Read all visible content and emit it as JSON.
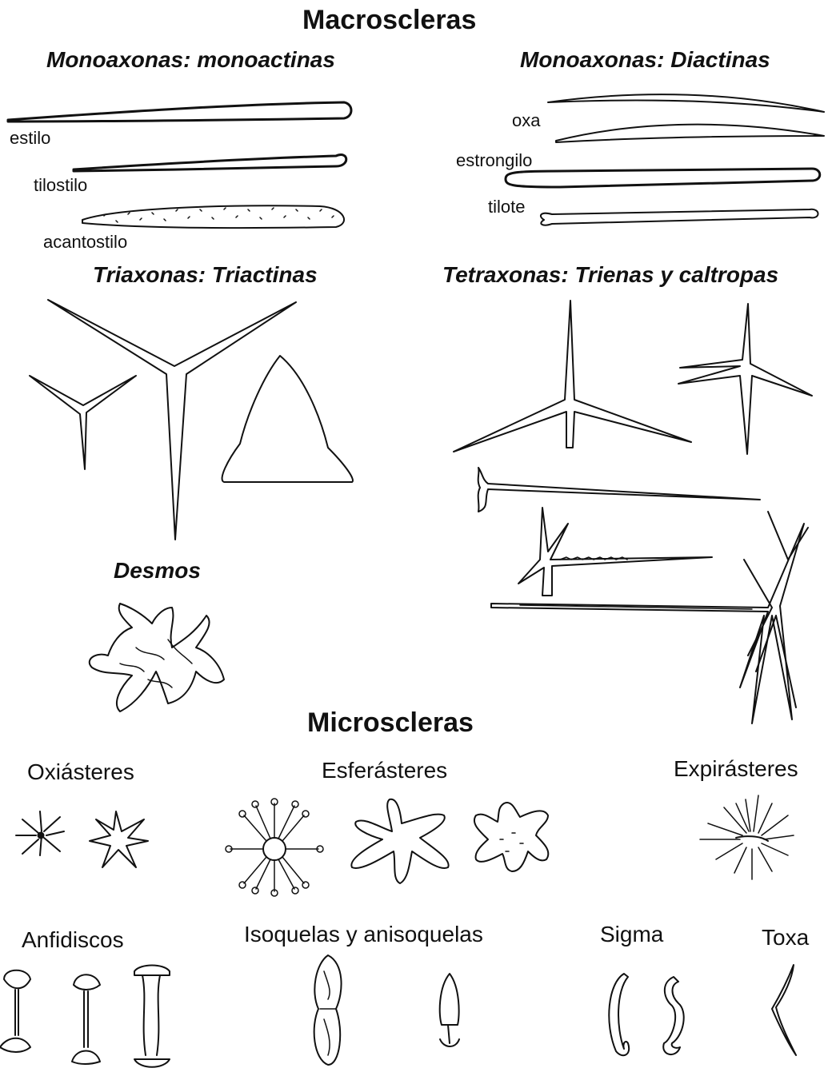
{
  "headings": {
    "macro": "Macroscleras",
    "micro": "Microscleras"
  },
  "sections": {
    "monoactinas": "Monoaxonas: monoactinas",
    "diactinas": "Monoaxonas: Diactinas",
    "triactinas": "Triaxonas: Triactinas",
    "tetraxonas": "Tetraxonas: Trienas y caltropas",
    "desmos": "Desmos"
  },
  "labels": {
    "estilo": "estilo",
    "tilostilo": "tilostilo",
    "acantostilo": "acantostilo",
    "oxa": "oxa",
    "estrongilo": "estrongilo",
    "tilote": "tilote"
  },
  "micro_types": {
    "oxiasteres": "Oxiásteres",
    "esferasteres": "Esferásteres",
    "expirasteres": "Expirásteres",
    "anfidiscos": "Anfidiscos",
    "isoquelas": "Isoquelas y anisoquelas",
    "sigma": "Sigma",
    "toxa": "Toxa"
  }
}
